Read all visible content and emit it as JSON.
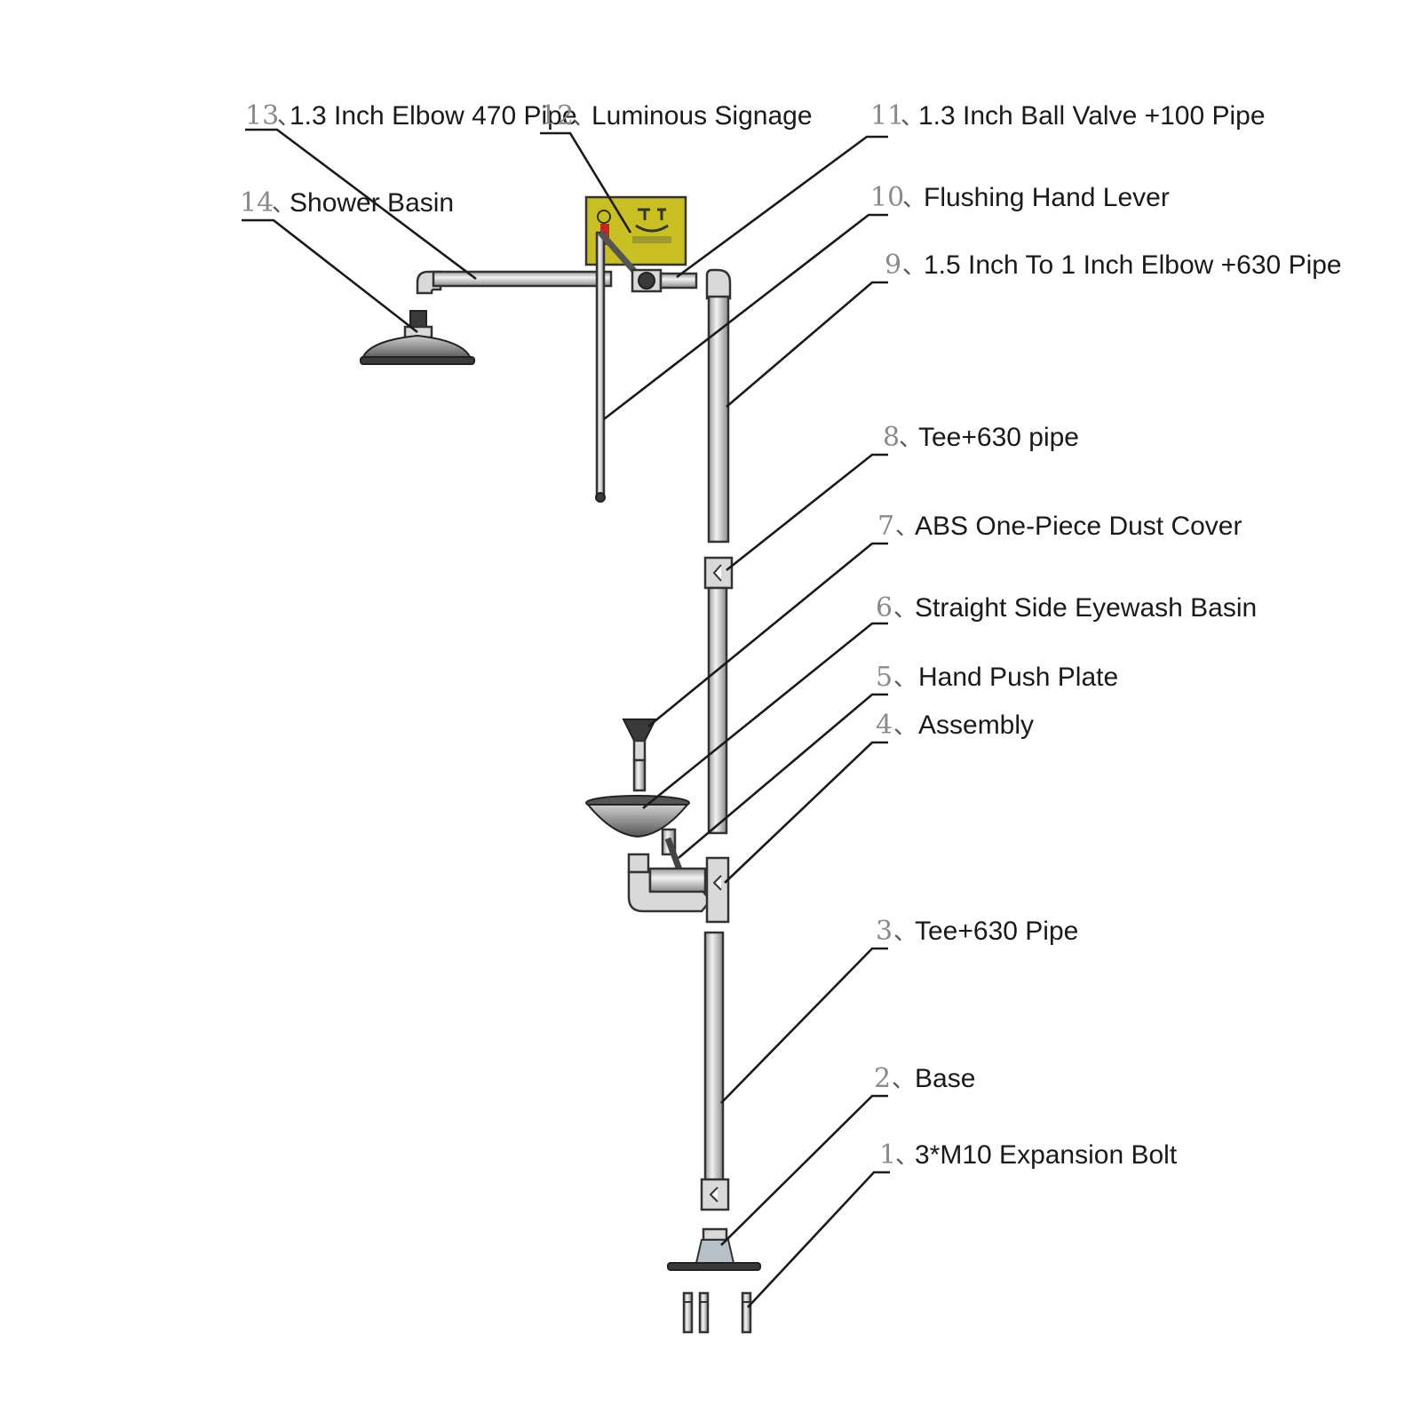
{
  "parts": [
    {
      "num": "1",
      "label": "3*M10 Expansion Bolt"
    },
    {
      "num": "2",
      "label": "Base"
    },
    {
      "num": "3",
      "label": "Tee+630 Pipe"
    },
    {
      "num": "4",
      "label": "Assembly"
    },
    {
      "num": "5",
      "label": "Hand Push Plate"
    },
    {
      "num": "6",
      "label": "Straight Side Eyewash Basin"
    },
    {
      "num": "7",
      "label": "ABS One-Piece Dust Cover"
    },
    {
      "num": "8",
      "label": "Tee+630 pipe"
    },
    {
      "num": "9",
      "label": "1.5 Inch To 1 Inch Elbow +630 Pipe"
    },
    {
      "num": "10",
      "label": "Flushing Hand Lever"
    },
    {
      "num": "11",
      "label": "1.3 Inch Ball Valve +100 Pipe"
    },
    {
      "num": "12",
      "label": "Luminous Signage"
    },
    {
      "num": "13",
      "label": "1.3 Inch Elbow 470 Pipe"
    },
    {
      "num": "14",
      "label": "Shower Basin"
    }
  ],
  "separator": "、",
  "colors": {
    "signage_yellow": "#c8c020",
    "valve_red": "#cc2222",
    "line": "#1a1a1a"
  }
}
